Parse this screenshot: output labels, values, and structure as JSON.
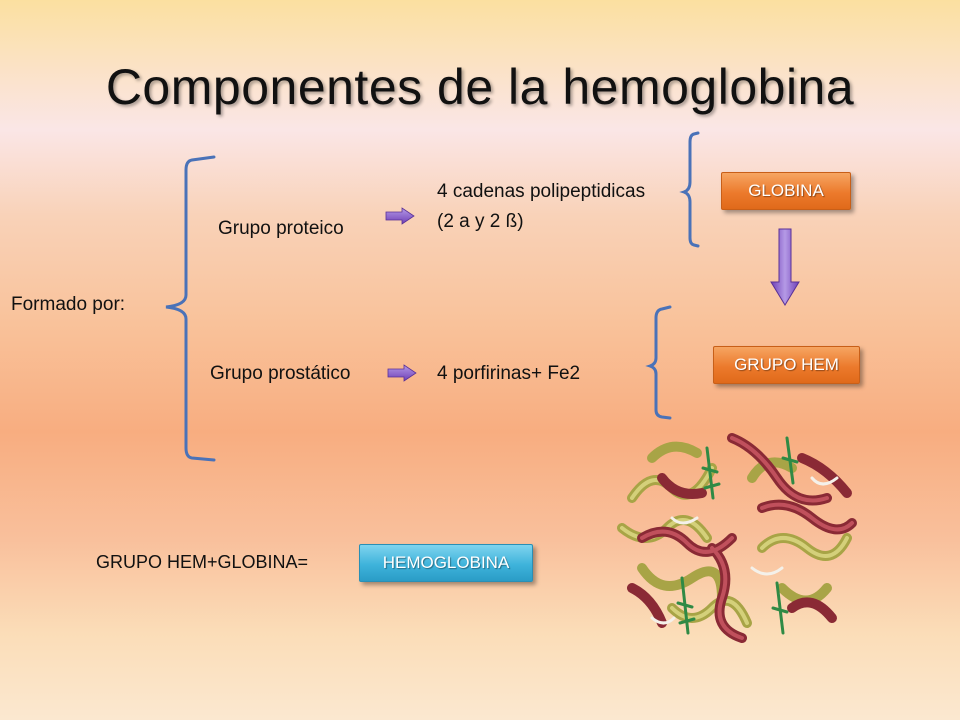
{
  "title": "Componentes de la hemoglobina",
  "labels": {
    "formado_por": "Formado por:",
    "grupo_proteico": "Grupo proteico",
    "grupo_prostatico": "Grupo prostático",
    "cadenas_line1": "4 cadenas polipeptidicas",
    "cadenas_line2": "(2 a y 2 ß)",
    "porfirinas": "4 porfirinas+ Fe2",
    "formula": "GRUPO HEM+GLOBINA="
  },
  "boxes": {
    "globina": "GLOBINA",
    "grupo_hem": "GRUPO HEM",
    "hemoglobina": "HEMOGLOBINA"
  },
  "colors": {
    "bracket": "#4a72b8",
    "arrow_purple": "#8a5cc8",
    "box_orange": "#ec7a2c",
    "box_blue": "#3eb3db"
  },
  "icons": {
    "right_arrow": "right-arrow-icon",
    "down_arrow": "down-arrow-icon",
    "protein_image": "hemoglobin-molecule-illustration"
  }
}
